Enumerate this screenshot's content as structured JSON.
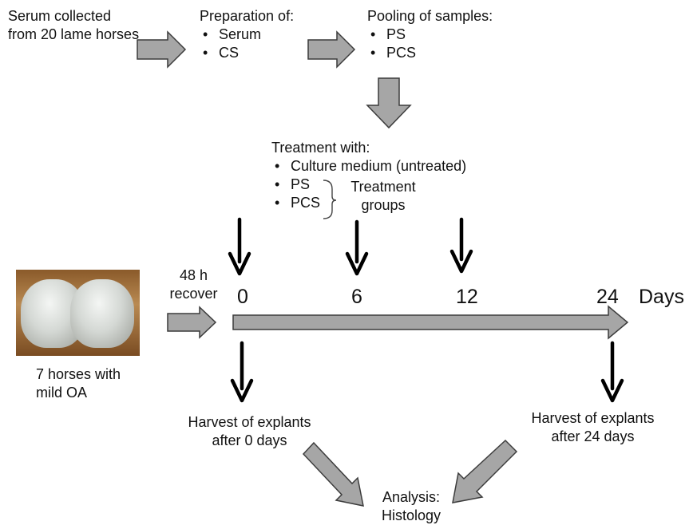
{
  "source": {
    "text": "Serum collected from 20  lame horses"
  },
  "preparation": {
    "title": "Preparation of:",
    "items": [
      "Serum",
      "CS"
    ]
  },
  "pooling": {
    "title": "Pooling of samples:",
    "items": [
      "PS",
      "PCS"
    ]
  },
  "treatment": {
    "title": "Treatment with:",
    "items": [
      "Culture medium (untreated)",
      "PS",
      "PCS"
    ],
    "group_label": "Treatment groups"
  },
  "explant": {
    "caption": "7 horses with mild OA",
    "recover_label": "48 h recover"
  },
  "timeline": {
    "ticks": [
      "0",
      "6",
      "12",
      "24"
    ],
    "unit": "Days"
  },
  "harvest": {
    "day0": "Harvest of explants after 0 days",
    "day24": "Harvest of explants after 24 days"
  },
  "analysis": {
    "text": "Analysis: Histology"
  },
  "colors": {
    "arrow_fill": "#a6a6a6",
    "arrow_stroke": "#3c3c3c",
    "line": "#000000"
  }
}
